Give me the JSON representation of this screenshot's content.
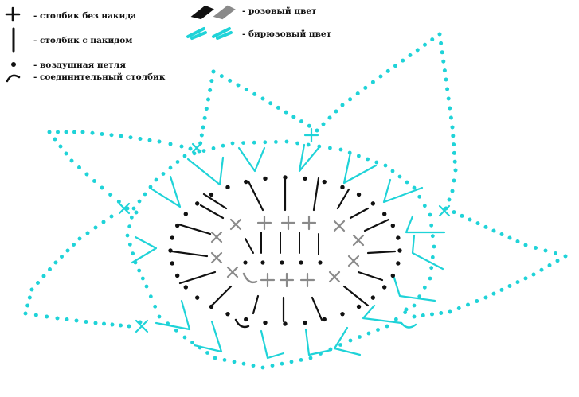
{
  "legend": {
    "sc": "- столбик без накида",
    "dc": "- столбик с накидом",
    "ch": "- воздушная петля",
    "slst": "- соединительный столбик",
    "pink": "- розовый цвет",
    "turquoise": "- бирюзовый цвет"
  },
  "colors": {
    "black": "#111111",
    "gray": "#8a8a8a",
    "turquoise": "#1fd3d8",
    "background": "#ffffff"
  },
  "icons": [
    "sc-plus-icon",
    "dc-line-icon",
    "chain-dot-icon",
    "slip-stitch-arc-icon",
    "pink-yarn-swatch-icon",
    "turquoise-yarn-swatch-icon"
  ]
}
